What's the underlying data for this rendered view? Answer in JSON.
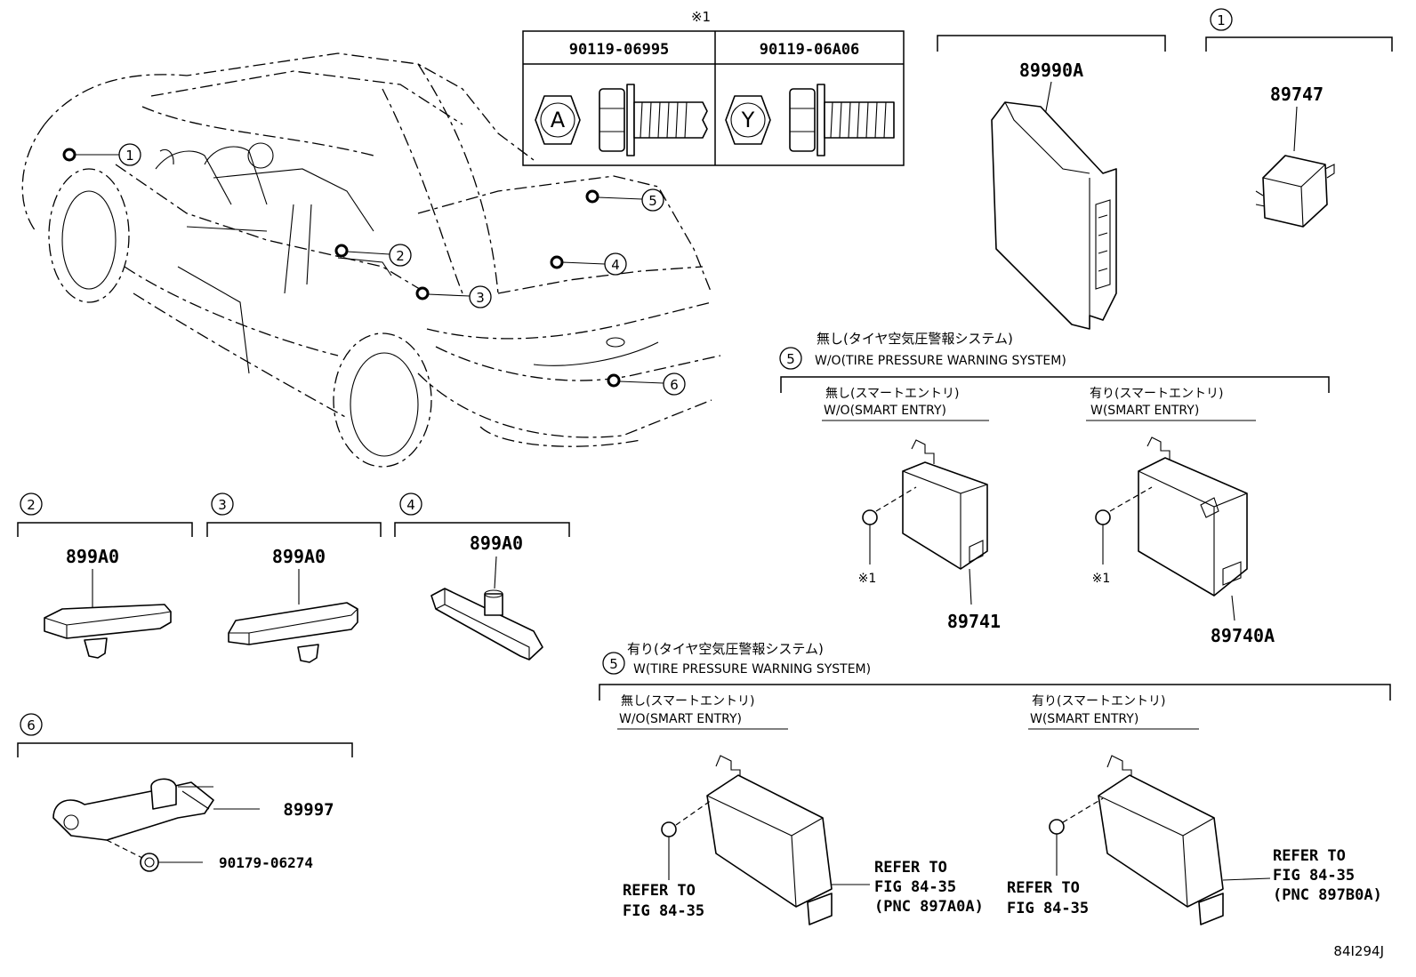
{
  "diagram_id": "84I294J",
  "note_mark": "※1",
  "callout_numbers": [
    "1",
    "2",
    "3",
    "4",
    "5",
    "6"
  ],
  "fasteners": {
    "col1_part": "90119-06995",
    "col2_part": "90119-06A06",
    "col1_symbol": "A",
    "col2_symbol": "Y"
  },
  "top_parts": {
    "ecu": "89990A",
    "item1": "89747"
  },
  "group2": {
    "num": "2",
    "part": "899A0"
  },
  "group3": {
    "num": "3",
    "part": "899A0"
  },
  "group4": {
    "num": "4",
    "part": "899A0"
  },
  "group6": {
    "num": "6",
    "part_main": "89997",
    "part_nut": "90179-06274"
  },
  "group5_without": {
    "num": "5",
    "title_jp": "無し(タイヤ空気圧警報システム)",
    "title_en": "W/O(TIRE PRESSURE WARNING SYSTEM)",
    "left_jp": "無し(スマートエントリ)",
    "left_en": "W/O(SMART ENTRY)",
    "right_jp": "有り(スマートエントリ)",
    "right_en": "W(SMART ENTRY)",
    "left_part": "89741",
    "right_part": "89740A",
    "bolt_note": "※1"
  },
  "group5_with": {
    "num": "5",
    "title_jp": "有り(タイヤ空気圧警報システム)",
    "title_en": "W(TIRE PRESSURE WARNING SYSTEM)",
    "left_jp": "無し(スマートエントリ)",
    "left_en": "W/O(SMART ENTRY)",
    "right_jp": "有り(スマートエントリ)",
    "right_en": "W(SMART ENTRY)",
    "left_bolt_ref1": "REFER TO",
    "left_bolt_ref2": "FIG 84-35",
    "left_unit_ref1": "REFER TO",
    "left_unit_ref2": "FIG 84-35",
    "left_unit_ref3": "(PNC 897A0A)",
    "right_bolt_ref1": "REFER TO",
    "right_bolt_ref2": "FIG 84-35",
    "right_unit_ref1": "REFER TO",
    "right_unit_ref2": "FIG 84-35",
    "right_unit_ref3": "(PNC 897B0A)"
  }
}
